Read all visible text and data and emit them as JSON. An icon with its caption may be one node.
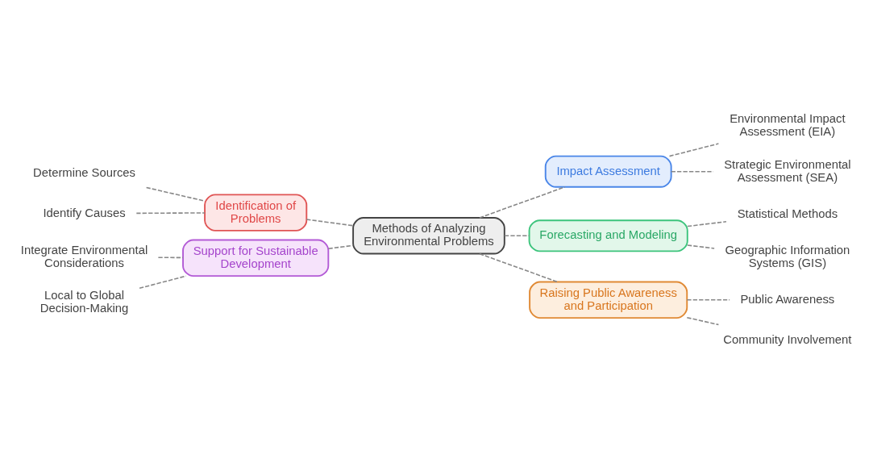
{
  "diagram": {
    "nodes": [
      {
        "text": [
          "Methods of Analyzing Environmental Problems"
        ]
      },
      {
        "text": [
          "Identification of Problems"
        ]
      },
      {
        "text": [
          "Determine Sources"
        ]
      },
      {
        "text": [
          "Identify Causes"
        ]
      },
      {
        "text": [
          "Support for Sustainable Development"
        ]
      },
      {
        "text": [
          "Integrate Environmental Considerations"
        ]
      },
      {
        "text": [
          "Local to Global Decision-Making"
        ]
      },
      {
        "text": [
          "Impact Assessment"
        ]
      },
      {
        "text": [
          "Environmental Impact Assessment (EIA)"
        ]
      },
      {
        "text": [
          "Strategic Environmental Assessment (SEA)"
        ]
      },
      {
        "text": [
          "Forecasting and Modeling"
        ]
      },
      {
        "text": [
          "Statistical Methods"
        ]
      },
      {
        "text": [
          "Geographic Information Systems (GIS)"
        ]
      },
      {
        "text": [
          "Raising Public Awareness and Participation"
        ]
      },
      {
        "text": [
          "Public Awareness"
        ]
      },
      {
        "text": [
          "Community Involvement"
        ]
      }
    ],
    "edges": [
      {
        "from": 0,
        "to": 1,
        "arrow": "none",
        "style": "dashed"
      },
      {
        "from": 1,
        "to": 2,
        "arrow": "none",
        "style": "dashed"
      },
      {
        "from": 1,
        "to": 3,
        "arrow": "none",
        "style": "dashed"
      },
      {
        "from": 0,
        "to": 4,
        "arrow": "none",
        "style": "dashed"
      },
      {
        "from": 4,
        "to": 5,
        "arrow": "none",
        "style": "dashed"
      },
      {
        "from": 4,
        "to": 6,
        "arrow": "none",
        "style": "dashed"
      },
      {
        "from": 0,
        "to": 7,
        "arrow": "none",
        "style": "dashed"
      },
      {
        "from": 7,
        "to": 8,
        "arrow": "none",
        "style": "dashed"
      },
      {
        "from": 7,
        "to": 9,
        "arrow": "none",
        "style": "dashed"
      },
      {
        "from": 0,
        "to": 10,
        "arrow": "none",
        "style": "dashed"
      },
      {
        "from": 10,
        "to": 11,
        "arrow": "none",
        "style": "dashed"
      },
      {
        "from": 10,
        "to": 12,
        "arrow": "none",
        "style": "dashed"
      },
      {
        "from": 0,
        "to": 13,
        "arrow": "none",
        "style": "dashed"
      },
      {
        "from": 13,
        "to": 14,
        "arrow": "none",
        "style": "dashed"
      },
      {
        "from": 13,
        "to": 15,
        "arrow": "none",
        "style": "dashed"
      }
    ]
  }
}
